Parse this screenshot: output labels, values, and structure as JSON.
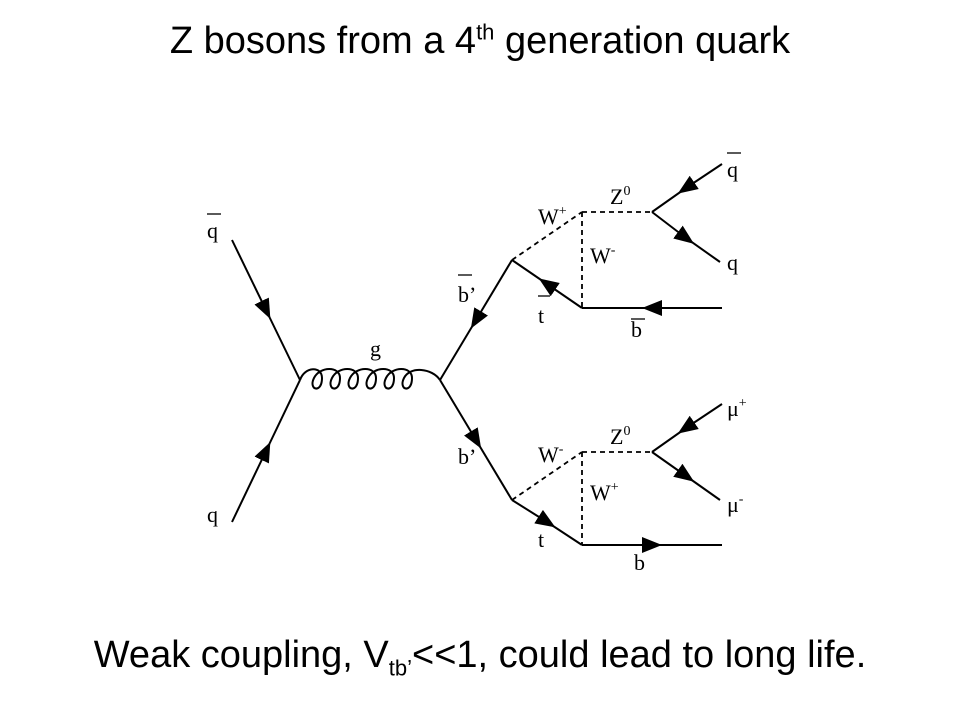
{
  "title": {
    "text": "Z bosons from a 4",
    "sup": "th",
    "tail": " generation quark"
  },
  "caption": {
    "pre": "Weak coupling, V",
    "sub": "tb’",
    "post": "<<1,  could lead to long life."
  },
  "labels": {
    "qbar_in": "q",
    "q_in": "q",
    "gluon": "g",
    "bprime_bar": "b’",
    "bprime": "b’",
    "t_bar": "t",
    "t": "t",
    "W_plus_top": "W",
    "W_plus_top_sup": "+",
    "W_minus_top": "W",
    "W_minus_top_sup": "-",
    "Z_top": "Z",
    "Z_top_sup": "0",
    "qbar_out": "q",
    "q_out": "q",
    "b_bar_out": "b",
    "W_minus_bot": "W",
    "W_minus_bot_sup": "-",
    "W_plus_bot": "W",
    "W_plus_bot_sup": "+",
    "Z_bot": "Z",
    "Z_bot_sup": "0",
    "mu_plus": "μ",
    "mu_plus_sup": "+",
    "mu_minus": "μ",
    "mu_minus_sup": "-",
    "b_out": "b"
  }
}
